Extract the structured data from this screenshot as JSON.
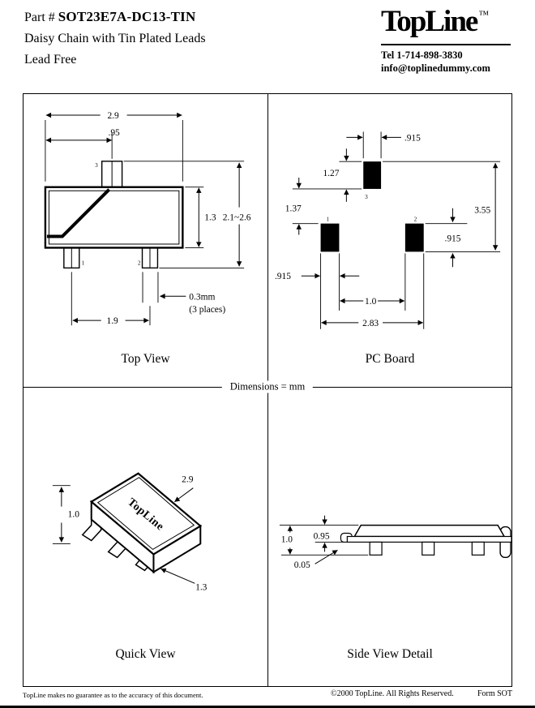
{
  "header": {
    "part_label": "Part #",
    "part_number": "SOT23E7A-DC13-TIN",
    "title_line2": "Daisy Chain with Tin Plated Leads",
    "title_line3": "Lead Free",
    "logo_text": "TopLine",
    "logo_tm": "™",
    "tel": "Tel 1-714-898-3830",
    "email": "info@toplinedummy.com"
  },
  "divider_note": "Dimensions = mm",
  "views": {
    "top_view": {
      "label": "Top View",
      "pins": [
        "1",
        "2",
        "3"
      ],
      "dims": {
        "body_width": "2.9",
        "pin3_offset": ".95",
        "body_height": "1.3",
        "overall_height": "2.1~2.6",
        "lead_width": "0.3mm",
        "lead_width_note": "(3 places)",
        "lead_span": "1.9"
      }
    },
    "pc_board": {
      "label": "PC Board",
      "pads": [
        "1",
        "2",
        "3"
      ],
      "dims": {
        "pad3_width": ".915",
        "pad3_height": "1.27",
        "row_gap": "1.37",
        "overall_height": "3.55",
        "pad2_height": ".915",
        "pad1_width": ".915",
        "inner_gap": "1.0",
        "overall_width": "2.83"
      }
    },
    "quick_view": {
      "label": "Quick View",
      "body_text": "TopLine",
      "dims": {
        "body_width": "2.9",
        "body_height": "1.0",
        "body_depth": "1.3"
      }
    },
    "side_view": {
      "label": "Side View Detail",
      "dims": {
        "overall_height": "1.0",
        "body_height": "0.95",
        "standoff": "0.05"
      }
    }
  },
  "footer": {
    "disclaimer": "TopLine makes no guarantee as to the accuracy of this document.",
    "copyright": "©2000 TopLine. All Rights Reserved.",
    "form": "Form SOT"
  }
}
